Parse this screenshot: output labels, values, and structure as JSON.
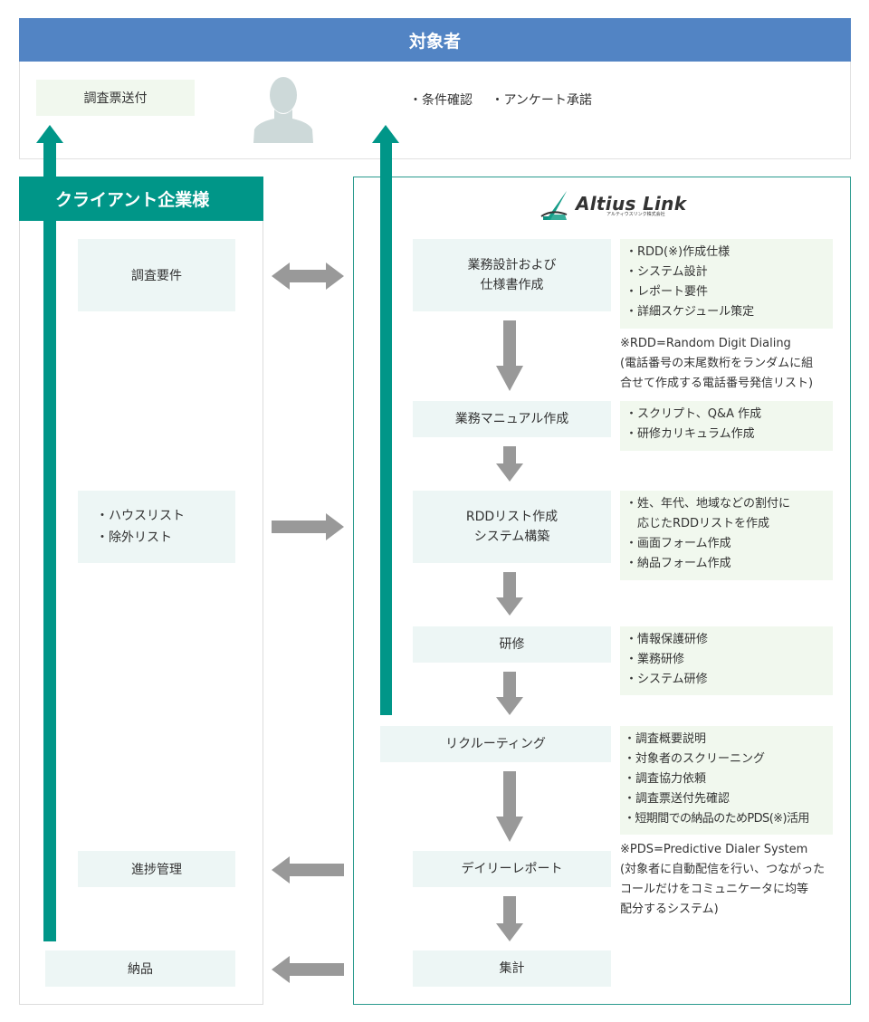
{
  "target": {
    "title": "対象者",
    "survey_send": "調査票送付",
    "items": [
      "・条件確認",
      "・アンケート承諾"
    ]
  },
  "client": {
    "title": "クライアント企業様",
    "boxes": {
      "requirements": "調査要件",
      "lists": [
        "・ハウスリスト",
        "・除外リスト"
      ],
      "progress": "進捗管理",
      "delivery": "納品"
    }
  },
  "altius": {
    "logo_name": "Altius Link",
    "logo_sub": "アルティウスリンク株式会社",
    "steps": [
      {
        "lines": [
          "業務設計および",
          "仕様書作成"
        ]
      },
      {
        "lines": [
          "業務マニュアル作成"
        ]
      },
      {
        "lines": [
          "RDDリスト作成",
          "システム構築"
        ]
      },
      {
        "lines": [
          "研修"
        ]
      },
      {
        "lines": [
          "リクルーティング"
        ]
      },
      {
        "lines": [
          "デイリーレポート"
        ]
      },
      {
        "lines": [
          "集計"
        ]
      }
    ],
    "notes": [
      [
        "・RDD(※)作成仕様",
        "・システム設計",
        "・レポート要件",
        "・詳細スケジュール策定"
      ],
      [
        "・スクリプト、Q&A 作成",
        "・研修カリキュラム作成"
      ],
      [
        "・姓、年代、地域などの割付に",
        "　応じたRDDリストを作成",
        "・画面フォーム作成",
        "・納品フォーム作成"
      ],
      [
        "・情報保護研修",
        "・業務研修",
        "・システム研修"
      ],
      [
        "・調査概要説明",
        "・対象者のスクリーニング",
        "・調査協力依頼",
        "・調査票送付先確認",
        "・短期間での納品のためPDS(※)活用"
      ]
    ],
    "footnotes": {
      "rdd": [
        "※RDD=Random Digit Dialing",
        "(電話番号の末尾数桁をランダムに組",
        "合せて作成する電話番号発信リスト)"
      ],
      "pds": [
        "※PDS=Predictive Dialer System",
        "(対象者に自動配信を行い、つながった",
        "コールだけをコミュニケータに均等",
        "配分するシステム)"
      ]
    }
  },
  "colors": {
    "target_header": "#5284c4",
    "client_header": "#009688",
    "teal_arrow": "#009688",
    "gray_arrow": "#999999",
    "step_box": "#edf6f5",
    "note_box": "#f1f8ee",
    "altius_border": "#2a9a8e",
    "person_icon": "#cdd9d9"
  }
}
